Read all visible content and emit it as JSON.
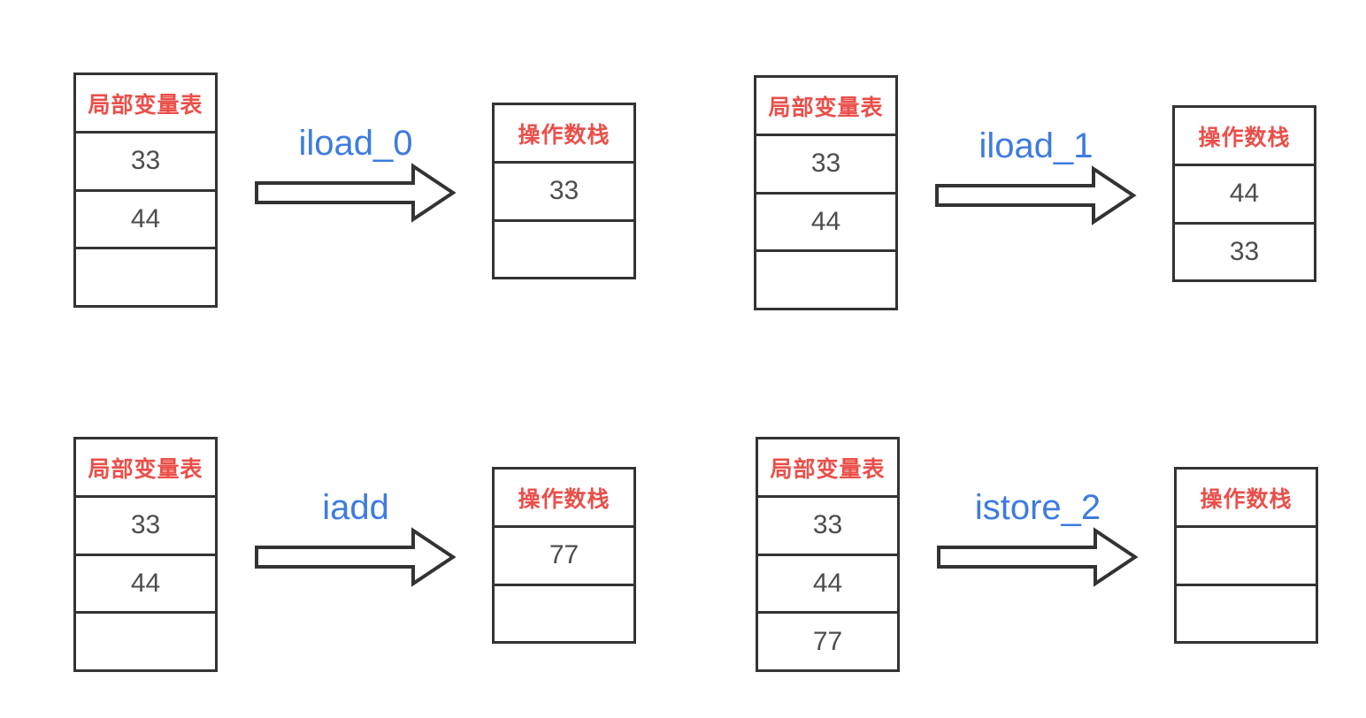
{
  "colors": {
    "header_red": "#ea4f4a",
    "instruction_blue": "#3d7be0",
    "border_dark": "#333333",
    "value_gray": "#4d4d4d",
    "background": "#ffffff"
  },
  "panels": [
    {
      "instruction": "iload_0",
      "lvt": {
        "header": "局部变量表",
        "rows": [
          "33",
          "44",
          ""
        ]
      },
      "stack": {
        "header": "操作数栈",
        "rows": [
          "33",
          ""
        ]
      }
    },
    {
      "instruction": "iload_1",
      "lvt": {
        "header": "局部变量表",
        "rows": [
          "33",
          "44",
          ""
        ]
      },
      "stack": {
        "header": "操作数栈",
        "rows": [
          "44",
          "33"
        ]
      }
    },
    {
      "instruction": "iadd",
      "lvt": {
        "header": "局部变量表",
        "rows": [
          "33",
          "44",
          ""
        ]
      },
      "stack": {
        "header": "操作数栈",
        "rows": [
          "77",
          ""
        ]
      }
    },
    {
      "instruction": "istore_2",
      "lvt": {
        "header": "局部变量表",
        "rows": [
          "33",
          "44",
          "77"
        ]
      },
      "stack": {
        "header": "操作数栈",
        "rows": [
          "",
          ""
        ]
      }
    }
  ]
}
